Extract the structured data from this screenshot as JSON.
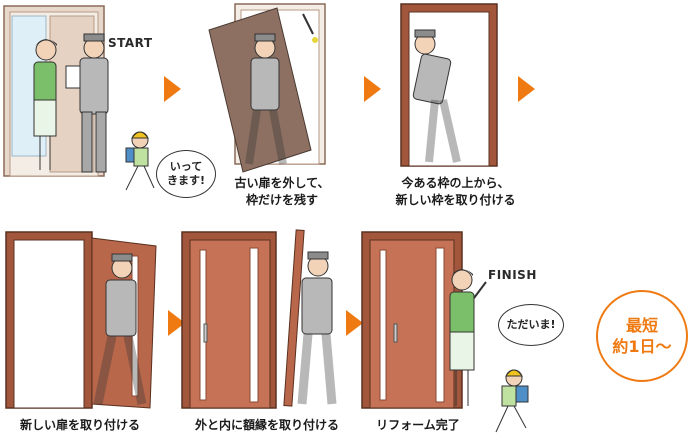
{
  "labels": {
    "start": "START",
    "finish": "FINISH"
  },
  "speech": {
    "leaving_line1": "いって",
    "leaving_line2": "きます!",
    "returning": "ただいま!"
  },
  "steps": [
    {
      "line1": "古い扉を外して、",
      "line2": "枠だけを残す"
    },
    {
      "line1": "今ある枠の上から、",
      "line2": "新しい枠を取り付ける"
    },
    {
      "line1": "新しい扉を取り付ける"
    },
    {
      "line1": "外と内に額縁を取り付ける"
    },
    {
      "line1": "リフォーム完了"
    }
  ],
  "badge": {
    "line1": "最短",
    "line2": "約1日〜"
  },
  "colors": {
    "accent": "#ef7a12",
    "door": "#b9674a",
    "frame_old": "#d9c3b4",
    "worker": "#9a9a9a"
  }
}
